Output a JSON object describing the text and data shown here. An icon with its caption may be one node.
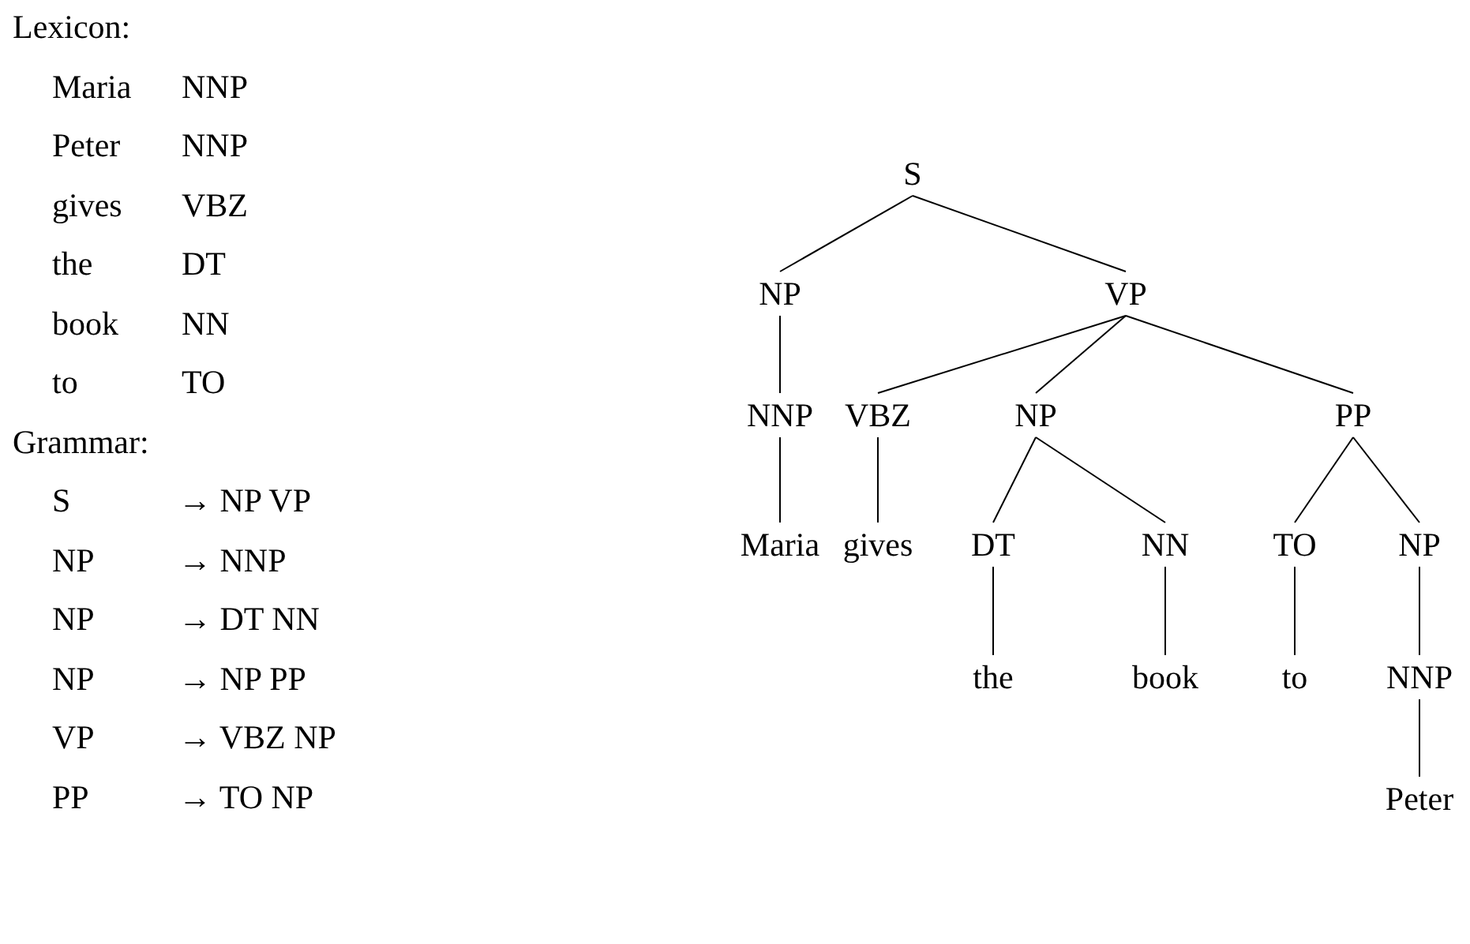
{
  "diagram": {
    "nodes": [
      {
        "text": [
          "S"
        ]
      },
      {
        "text": [
          "NP"
        ]
      },
      {
        "text": [
          "VP"
        ]
      },
      {
        "text": [
          "NNP"
        ]
      },
      {
        "text": [
          "VBZ"
        ]
      },
      {
        "text": [
          "NP"
        ]
      },
      {
        "text": [
          "PP"
        ]
      },
      {
        "text": [
          "Maria"
        ]
      },
      {
        "text": [
          "gives"
        ]
      },
      {
        "text": [
          "DT"
        ]
      },
      {
        "text": [
          "NN"
        ]
      },
      {
        "text": [
          "TO"
        ]
      },
      {
        "text": [
          "NP"
        ]
      },
      {
        "text": [
          "the"
        ]
      },
      {
        "text": [
          "book"
        ]
      },
      {
        "text": [
          "to"
        ]
      },
      {
        "text": [
          "NNP"
        ]
      },
      {
        "text": [
          "Peter"
        ]
      }
    ],
    "edges": [
      {
        "from": 0,
        "to": 1,
        "arrow": "none"
      },
      {
        "from": 0,
        "to": 2,
        "arrow": "none"
      },
      {
        "from": 1,
        "to": 3,
        "arrow": "none"
      },
      {
        "from": 2,
        "to": 4,
        "arrow": "none"
      },
      {
        "from": 2,
        "to": 5,
        "arrow": "none"
      },
      {
        "from": 2,
        "to": 6,
        "arrow": "none"
      },
      {
        "from": 3,
        "to": 7,
        "arrow": "none"
      },
      {
        "from": 4,
        "to": 8,
        "arrow": "none"
      },
      {
        "from": 5,
        "to": 9,
        "arrow": "none"
      },
      {
        "from": 5,
        "to": 10,
        "arrow": "none"
      },
      {
        "from": 6,
        "to": 11,
        "arrow": "none"
      },
      {
        "from": 6,
        "to": 12,
        "arrow": "none"
      },
      {
        "from": 9,
        "to": 13,
        "arrow": "none"
      },
      {
        "from": 10,
        "to": 14,
        "arrow": "none"
      },
      {
        "from": 11,
        "to": 15,
        "arrow": "none"
      },
      {
        "from": 12,
        "to": 16,
        "arrow": "none"
      },
      {
        "from": 16,
        "to": 17,
        "arrow": "none"
      }
    ],
    "labels": [
      "Lexicon:",
      "Maria",
      "NNP",
      "Peter",
      "NNP",
      "gives",
      "VBZ",
      "the",
      "DT",
      "book",
      "NN",
      "to",
      "TO",
      "Grammar:",
      "S",
      "→ NP VP",
      "NP",
      "→ NNP",
      "NP",
      "→ DT NN",
      "NP",
      "→ NP PP",
      "VP",
      "→ VBZ NP",
      "PP",
      "→ TO NP"
    ]
  }
}
